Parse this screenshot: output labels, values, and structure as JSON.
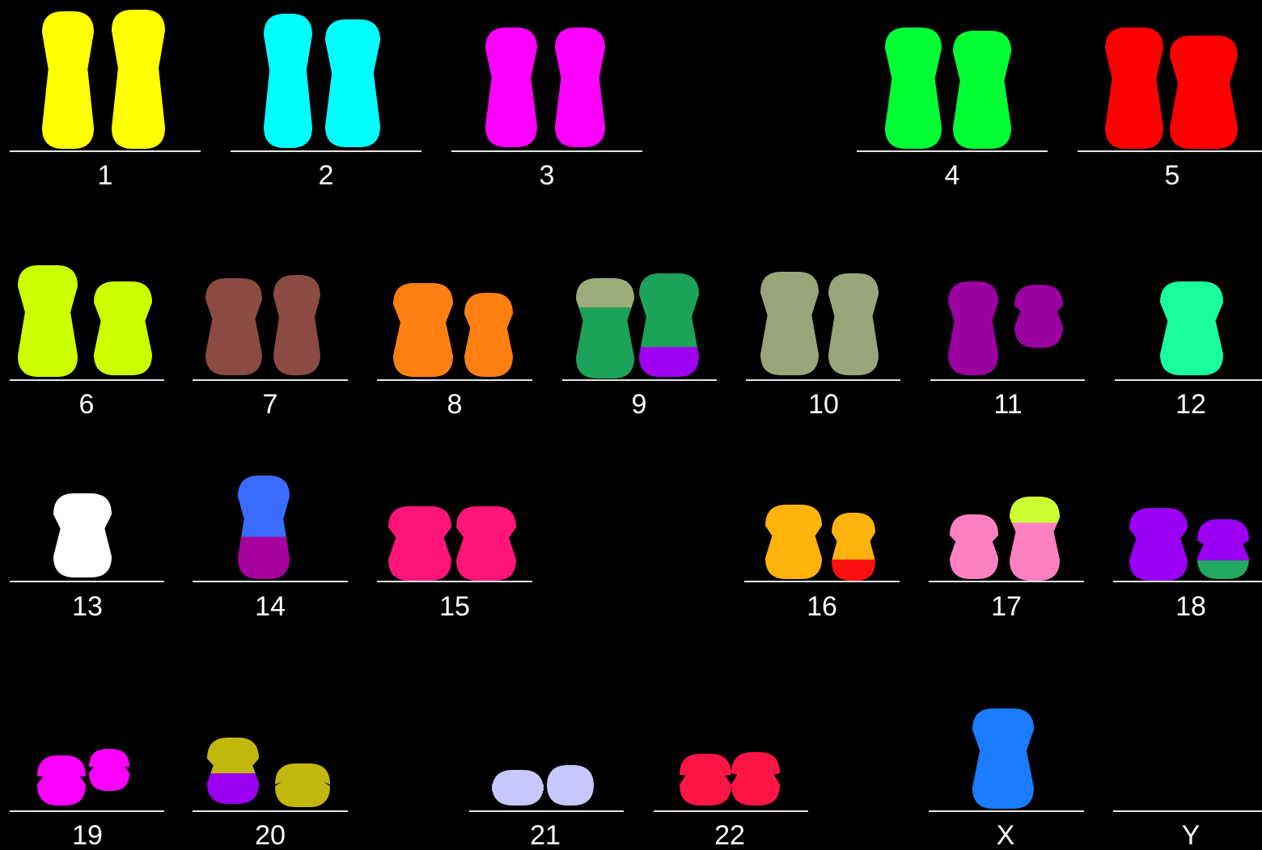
{
  "figure": {
    "background": "#000000",
    "label_color": "#ffffff",
    "line_color": "#e6e6e6"
  },
  "chromosomes": [
    {
      "label": "1",
      "homologs": [
        {
          "segments": [
            {
              "color": "#ffff00"
            }
          ]
        },
        {
          "segments": [
            {
              "color": "#ffff00"
            }
          ]
        }
      ]
    },
    {
      "label": "2",
      "homologs": [
        {
          "segments": [
            {
              "color": "#00ffff"
            }
          ]
        },
        {
          "segments": [
            {
              "color": "#00ffff"
            }
          ]
        }
      ]
    },
    {
      "label": "3",
      "homologs": [
        {
          "segments": [
            {
              "color": "#ff00ff"
            }
          ]
        },
        {
          "segments": [
            {
              "color": "#ff00ff"
            }
          ]
        }
      ]
    },
    {
      "label": "4",
      "homologs": [
        {
          "segments": [
            {
              "color": "#00ff33"
            }
          ]
        },
        {
          "segments": [
            {
              "color": "#00ff33"
            }
          ]
        }
      ]
    },
    {
      "label": "5",
      "homologs": [
        {
          "segments": [
            {
              "color": "#ff0000"
            }
          ]
        },
        {
          "segments": [
            {
              "color": "#ff0000"
            }
          ]
        }
      ]
    },
    {
      "label": "6",
      "homologs": [
        {
          "segments": [
            {
              "color": "#ccff00"
            }
          ]
        },
        {
          "segments": [
            {
              "color": "#ccff00"
            }
          ]
        }
      ]
    },
    {
      "label": "7",
      "homologs": [
        {
          "segments": [
            {
              "color": "#8b4a42"
            }
          ]
        },
        {
          "segments": [
            {
              "color": "#8b4a42"
            }
          ]
        }
      ]
    },
    {
      "label": "8",
      "homologs": [
        {
          "segments": [
            {
              "color": "#ff7f11"
            }
          ]
        },
        {
          "segments": [
            {
              "color": "#ff7f11"
            }
          ]
        }
      ]
    },
    {
      "label": "9",
      "homologs": [
        {
          "segments": [
            {
              "color": "#9cad7a"
            },
            {
              "color": "#1ca35a"
            }
          ]
        },
        {
          "segments": [
            {
              "color": "#1ca35a"
            },
            {
              "color": "#a000f0"
            }
          ]
        }
      ]
    },
    {
      "label": "10",
      "homologs": [
        {
          "segments": [
            {
              "color": "#9aa57a"
            }
          ]
        },
        {
          "segments": [
            {
              "color": "#9aa57a"
            }
          ]
        }
      ]
    },
    {
      "label": "11",
      "homologs": [
        {
          "segments": [
            {
              "color": "#9b00a0"
            }
          ]
        },
        {
          "segments": [
            {
              "color": "#9b00a0"
            }
          ]
        }
      ]
    },
    {
      "label": "12",
      "homologs": [
        {
          "segments": [
            {
              "color": "#1aff9c"
            }
          ]
        }
      ]
    },
    {
      "label": "13",
      "homologs": [
        {
          "segments": [
            {
              "color": "#ffffff"
            }
          ]
        }
      ]
    },
    {
      "label": "14",
      "homologs": [
        {
          "segments": [
            {
              "color": "#3a6cff"
            },
            {
              "color": "#a8009f"
            }
          ]
        }
      ]
    },
    {
      "label": "15",
      "homologs": [
        {
          "segments": [
            {
              "color": "#ff1478"
            }
          ]
        },
        {
          "segments": [
            {
              "color": "#ff1478"
            }
          ]
        }
      ]
    },
    {
      "label": "16",
      "homologs": [
        {
          "segments": [
            {
              "color": "#ffb30c"
            }
          ]
        },
        {
          "segments": [
            {
              "color": "#ffb30c"
            },
            {
              "color": "#ff1010"
            }
          ]
        }
      ]
    },
    {
      "label": "17",
      "homologs": [
        {
          "segments": [
            {
              "color": "#ff80c0"
            }
          ]
        },
        {
          "segments": [
            {
              "color": "#ccff33"
            },
            {
              "color": "#ff80c0"
            }
          ]
        }
      ]
    },
    {
      "label": "18",
      "homologs": [
        {
          "segments": [
            {
              "color": "#9b00f5"
            }
          ]
        },
        {
          "segments": [
            {
              "color": "#9b00f5"
            },
            {
              "color": "#22a860"
            }
          ]
        }
      ]
    },
    {
      "label": "19",
      "homologs": [
        {
          "segments": [
            {
              "color": "#ff00ff"
            }
          ]
        },
        {
          "segments": [
            {
              "color": "#ff00ff"
            }
          ]
        }
      ]
    },
    {
      "label": "20",
      "homologs": [
        {
          "segments": [
            {
              "color": "#c2b80d"
            },
            {
              "color": "#9b00f0"
            }
          ]
        },
        {
          "segments": [
            {
              "color": "#c2b80d"
            }
          ]
        }
      ]
    },
    {
      "label": "21",
      "homologs": [
        {
          "segments": [
            {
              "color": "#c8c8ff"
            }
          ]
        },
        {
          "segments": [
            {
              "color": "#c8c8ff"
            }
          ]
        }
      ]
    },
    {
      "label": "22",
      "homologs": [
        {
          "segments": [
            {
              "color": "#ff1446"
            }
          ]
        },
        {
          "segments": [
            {
              "color": "#ff1446"
            }
          ]
        }
      ]
    },
    {
      "label": "X",
      "homologs": [
        {
          "segments": [
            {
              "color": "#1a7cff"
            }
          ]
        }
      ]
    },
    {
      "label": "Y",
      "homologs": []
    }
  ]
}
